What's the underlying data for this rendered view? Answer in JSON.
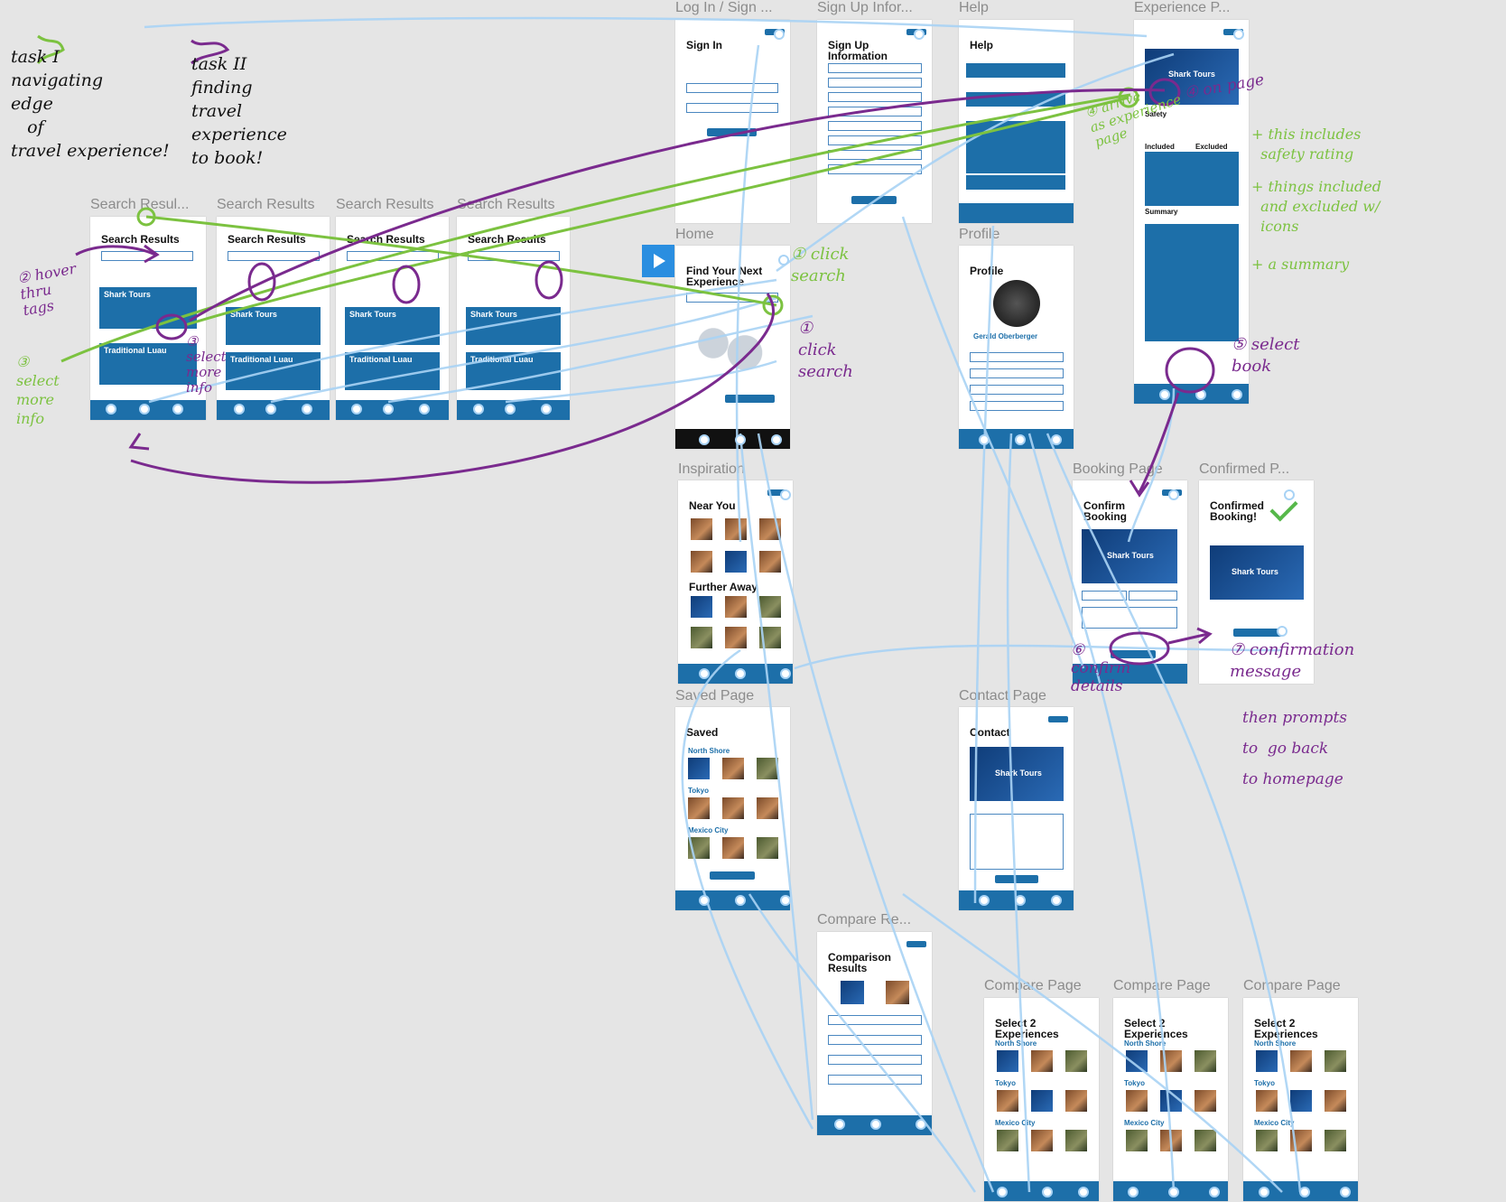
{
  "frames": {
    "login": {
      "label": "Log In / Sign ...",
      "title": "Sign In"
    },
    "signup": {
      "label": "Sign Up Infor...",
      "title": "Sign Up Information"
    },
    "help": {
      "label": "Help",
      "title": "Help"
    },
    "experience": {
      "label": "Experience P...",
      "card": "Shark Tours",
      "summary": "Summary",
      "included": "Included",
      "excluded": "Excluded",
      "safety": "Safety"
    },
    "search1": {
      "label": "Search Resul...",
      "title": "Search Results"
    },
    "search2": {
      "label": "Search Results",
      "title": "Search Results"
    },
    "search3": {
      "label": "Search Results",
      "title": "Search Results"
    },
    "search4": {
      "label": "Search Results",
      "title": "Search Results"
    },
    "home": {
      "label": "Home",
      "title": "Find Your Next Experience"
    },
    "profile": {
      "label": "Profile",
      "title": "Profile",
      "name": "Gerald Oberberger"
    },
    "inspiration": {
      "label": "Inspiration",
      "near": "Near You",
      "further": "Further Away"
    },
    "booking": {
      "label": "Booking Page",
      "title": "Confirm Booking",
      "card": "Shark Tours"
    },
    "confirmed": {
      "label": "Confirmed P...",
      "title": "Confirmed Booking!",
      "card": "Shark Tours"
    },
    "saved": {
      "label": "Saved Page",
      "title": "Saved",
      "groups": [
        "North Shore",
        "Tokyo",
        "Mexico City"
      ]
    },
    "contact": {
      "label": "Contact Page",
      "title": "Contact",
      "card": "Shark Tours"
    },
    "compare_results": {
      "label": "Compare Re...",
      "title": "Comparison Results"
    },
    "compare1": {
      "label": "Compare Page",
      "title": "Select 2 Experiences"
    },
    "compare2": {
      "label": "Compare Page",
      "title": "Select 2 Experiences"
    },
    "compare3": {
      "label": "Compare Page",
      "title": "Select 2 Experiences"
    }
  },
  "search_cards": {
    "shark": "Shark Tours",
    "luau": "Traditional Luau"
  },
  "annotations": {
    "task1": "task I\nnavigating\nedge\n   of\ntravel experience!",
    "task2": "task II\nfinding\ntravel\nexperience\nto book!",
    "g_click_search": "① click\nsearch",
    "g_hover_tags": "② hover\nthru\ntags",
    "g_select_more": "③\nselect\nmore\ninfo",
    "g_arrive": "④ arrive\nas experience\npage",
    "g_includes": "+ this includes\n  safety rating",
    "g_things": "+ things included\n  and excluded w/\n  icons",
    "g_summary": "+ a summary",
    "p_click_search": "①\nclick\nsearch",
    "p_select_more": "③\nselect\nmore\ninfo",
    "p_on_page": "④ on page",
    "p_select_book": "⑤ select\nbook",
    "p_confirm": "⑥\nconfirm\ndetails",
    "p_confirmation": "⑦ confirmation\nmessage",
    "p_then": "then prompts\nto  go back\nto homepage"
  },
  "colors": {
    "link": "#a9d3f5",
    "green": "#7cc240",
    "purple": "#7a2a8e",
    "blue": "#1d6fa9"
  }
}
